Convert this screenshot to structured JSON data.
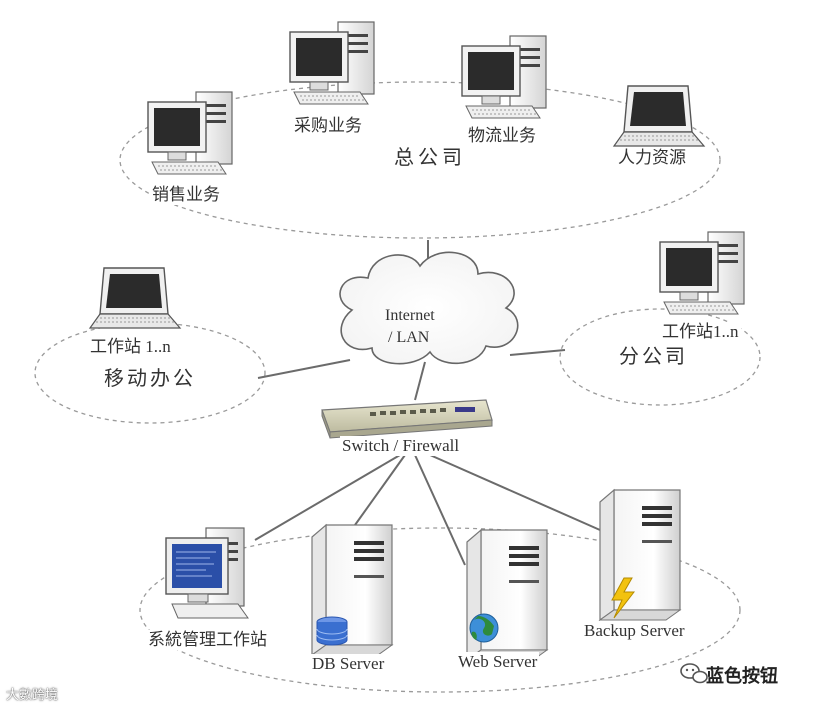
{
  "diagram": {
    "head_office": {
      "label": "总公司",
      "nodes": [
        {
          "label": "销售业务",
          "icon": "desktop-computer-icon"
        },
        {
          "label": "采购业务",
          "icon": "desktop-computer-icon"
        },
        {
          "label": "物流业务",
          "icon": "desktop-computer-icon"
        },
        {
          "label": "人力资源",
          "icon": "laptop-icon"
        }
      ]
    },
    "mobile_office": {
      "label": "移动办公",
      "workstation": "工作站 1..n",
      "icon": "laptop-icon"
    },
    "branch_office": {
      "label": "分公司",
      "workstation": "工作站1..n",
      "icon": "desktop-computer-icon"
    },
    "internet": {
      "line1": "Internet",
      "line2": "/ LAN",
      "icon": "cloud-icon"
    },
    "switch": {
      "label": "Switch / Firewall",
      "icon": "switch-icon"
    },
    "servers": [
      {
        "label": "系統管理工作站",
        "icon": "desktop-computer-icon"
      },
      {
        "label": "DB Server",
        "icon": "database-icon"
      },
      {
        "label": "Web Server",
        "icon": "globe-icon"
      },
      {
        "label": "Backup Server",
        "icon": "lightning-icon"
      }
    ],
    "watermark_left": "大數跨境",
    "watermark_right": "蓝色按钮"
  },
  "colors": {
    "line": "#6b6b6b",
    "ellipse_dash": "#9a9a9a",
    "screen": "#2b2b2b",
    "case": "#e9e9e9",
    "admin_screen": "#2b4fa8",
    "db_blue": "#3a6fd0",
    "globe_green": "#2e8b3d",
    "bolt_yellow": "#f2c20f"
  }
}
